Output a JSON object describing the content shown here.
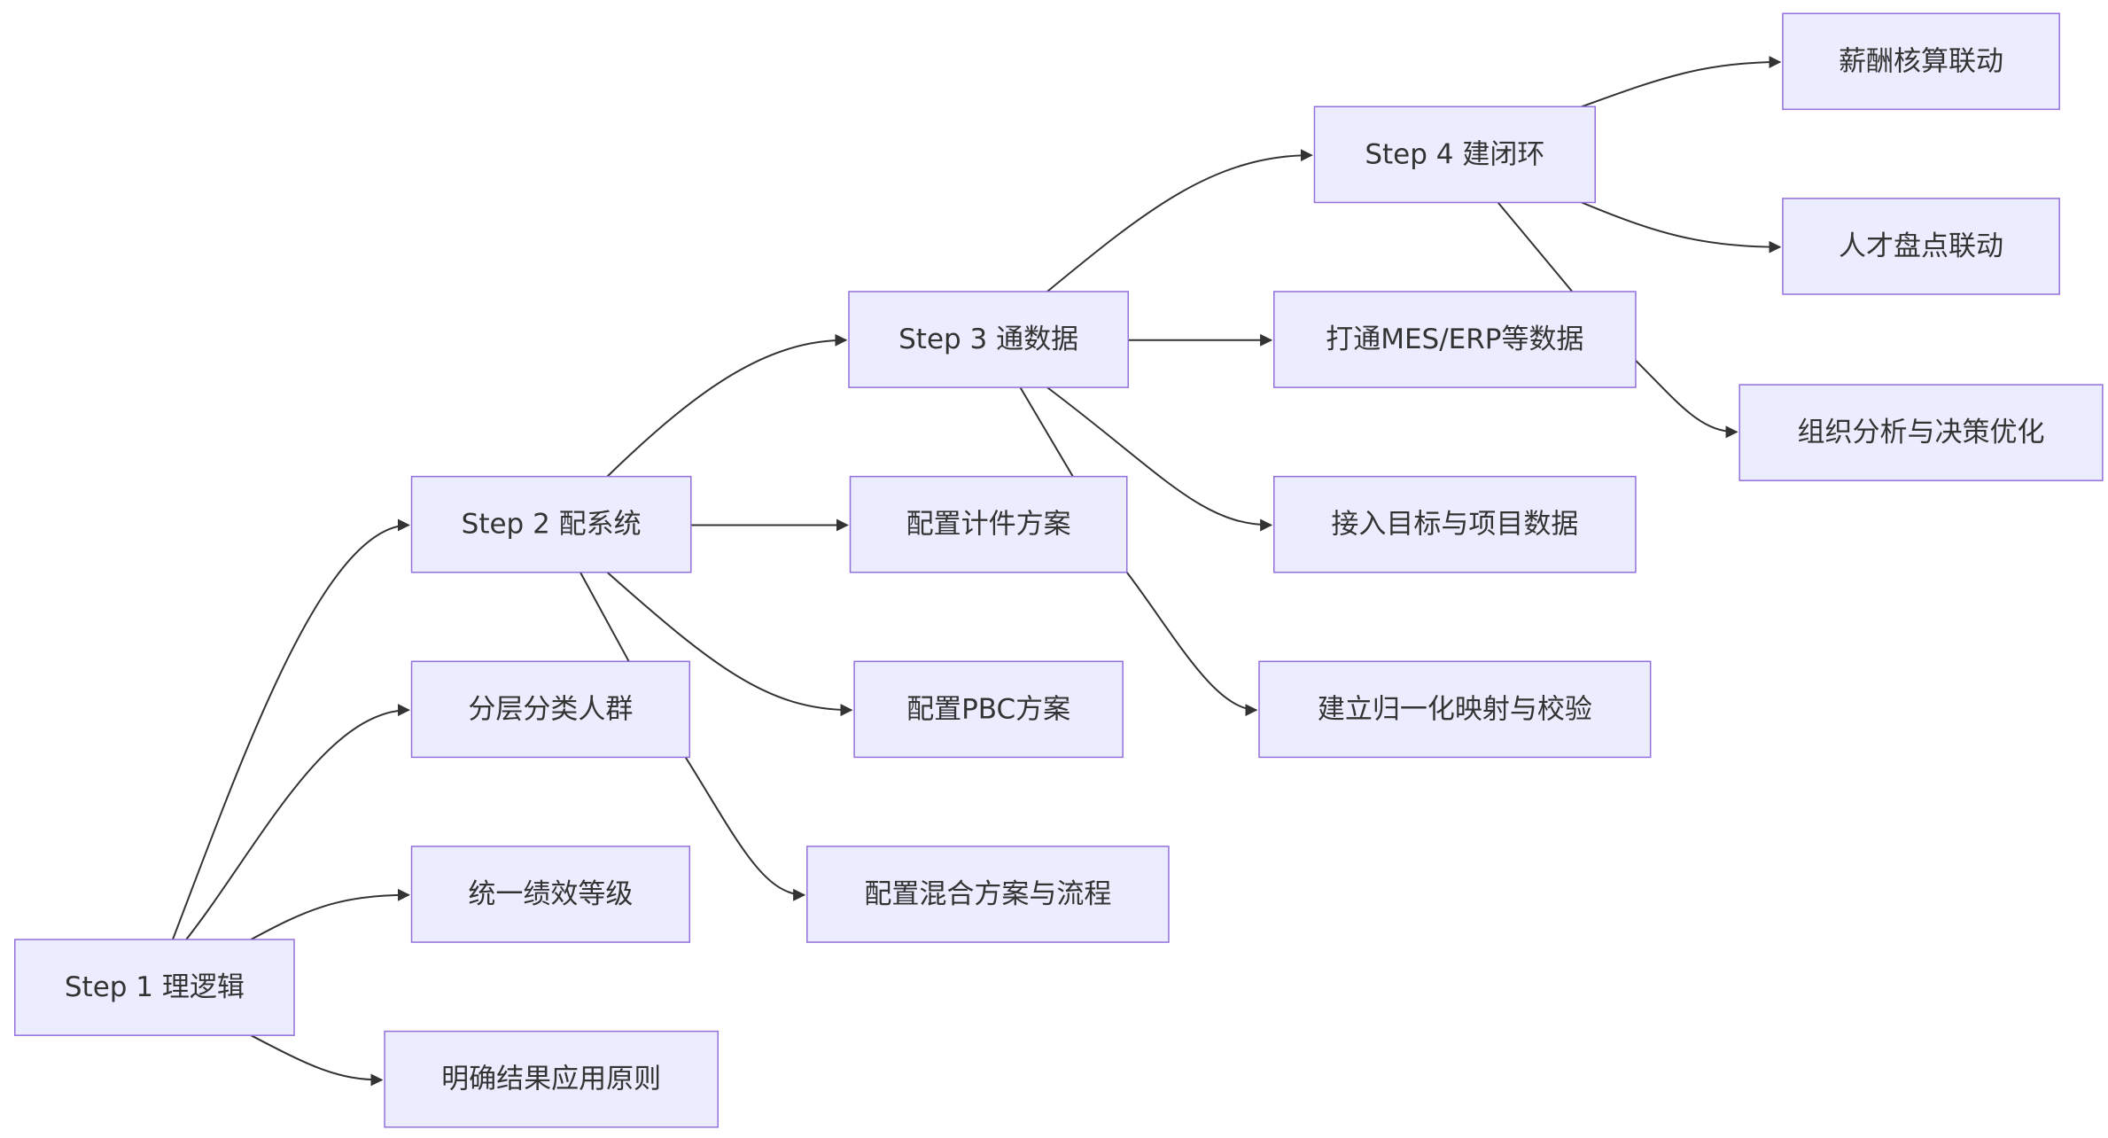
{
  "diagram": {
    "nodes": {
      "step1": "Step 1 理逻辑",
      "step2": "Step 2 配系统",
      "step3": "Step 3 通数据",
      "step4": "Step 4 建闭环",
      "layer": "分层分类人群",
      "grade": "统一绩效等级",
      "apply": "明确结果应用原则",
      "piece": "配置计件方案",
      "pbc": "配置PBC方案",
      "mixed": "配置混合方案与流程",
      "mes": "打通MES/ERP等数据",
      "target": "接入目标与项目数据",
      "norm": "建立归一化映射与校验",
      "salary": "薪酬核算联动",
      "talent": "人才盘点联动",
      "org": "组织分析与决策优化"
    },
    "edges": [
      [
        "step1",
        "step2"
      ],
      [
        "step1",
        "layer"
      ],
      [
        "step1",
        "grade"
      ],
      [
        "step1",
        "apply"
      ],
      [
        "step2",
        "step3"
      ],
      [
        "step2",
        "piece"
      ],
      [
        "step2",
        "pbc"
      ],
      [
        "step2",
        "mixed"
      ],
      [
        "step3",
        "step4"
      ],
      [
        "step3",
        "mes"
      ],
      [
        "step3",
        "target"
      ],
      [
        "step3",
        "norm"
      ],
      [
        "step4",
        "salary"
      ],
      [
        "step4",
        "talent"
      ],
      [
        "step4",
        "org"
      ]
    ],
    "colors": {
      "node_fill": "#ececff",
      "node_stroke": "#9370db",
      "edge": "#333333",
      "text": "#333333"
    }
  }
}
